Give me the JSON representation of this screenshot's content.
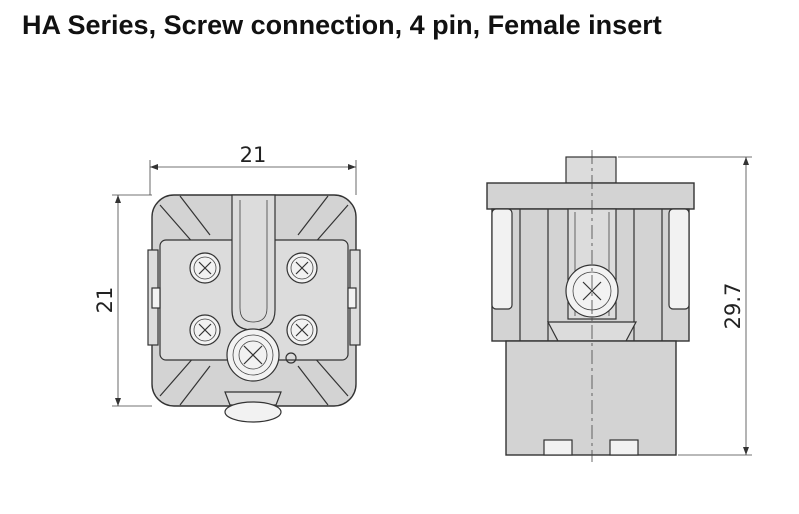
{
  "title": "HA Series, Screw connection, 4 pin, Female insert",
  "front_view": {
    "width_dim": "21",
    "height_dim": "21"
  },
  "side_view": {
    "height_dim": "29.7"
  },
  "colors": {
    "body": "#d3d3d3",
    "outline": "#333333",
    "background": "#ffffff"
  }
}
